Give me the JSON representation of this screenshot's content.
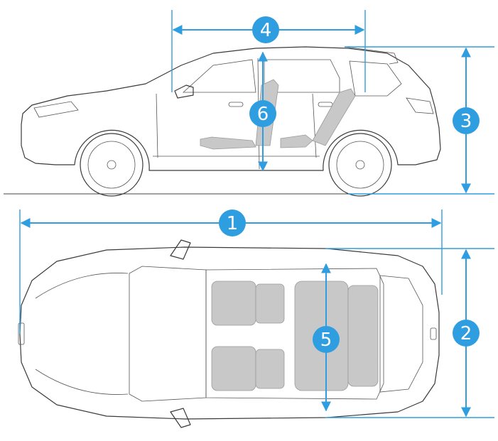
{
  "colors": {
    "dimension_line": "#2f9ee0",
    "car_outline": "#3a3a3a",
    "seat_fill": "#c8c8c8"
  },
  "views": {
    "side": {
      "view": "side-view"
    },
    "top": {
      "view": "top-view"
    }
  },
  "dimensions": [
    {
      "id": "1",
      "label": "1"
    },
    {
      "id": "2",
      "label": "2"
    },
    {
      "id": "3",
      "label": "3"
    },
    {
      "id": "4",
      "label": "4"
    },
    {
      "id": "5",
      "label": "5"
    },
    {
      "id": "6",
      "label": "6"
    }
  ]
}
